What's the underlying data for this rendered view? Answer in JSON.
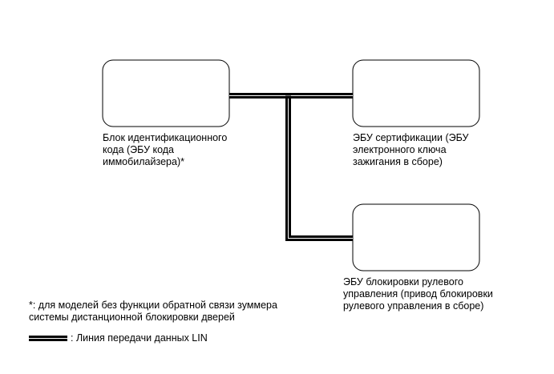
{
  "nodes": {
    "immobilizer": {
      "lines": [
        "Блок идентификационного",
        "кода (ЭБУ кода",
        "иммобилайзера)*"
      ]
    },
    "certification": {
      "lines": [
        "ЭБУ сертификации (ЭБУ",
        "электронного ключа",
        "зажигания в сборе)"
      ]
    },
    "steering_lock": {
      "lines": [
        "ЭБУ блокировки рулевого",
        "управления (привод блокировки",
        "рулевого управления в сборе)"
      ]
    }
  },
  "footnote": {
    "lines": [
      "*: для моделей без функции обратной связи зуммера",
      "системы дистанционной блокировки дверей"
    ]
  },
  "legend": {
    "lin_label": ": Линия передачи данных LIN"
  },
  "colors": {
    "line": "#000000",
    "box_border": "#000000",
    "background": "#ffffff"
  }
}
